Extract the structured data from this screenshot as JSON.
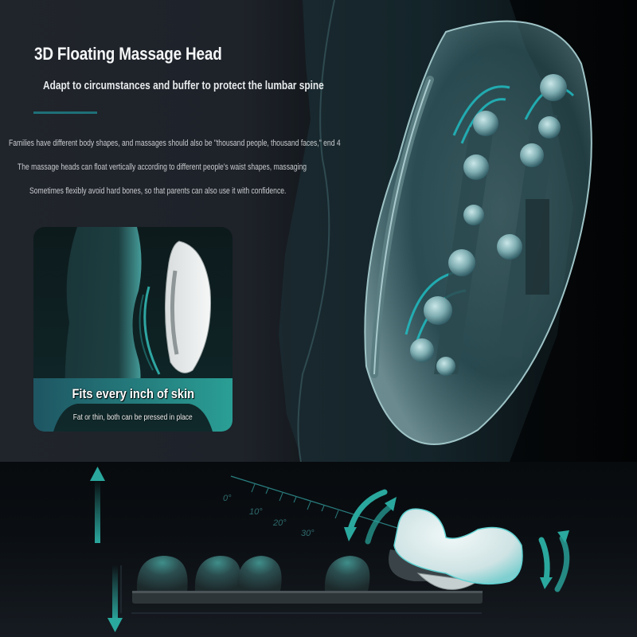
{
  "header": {
    "title": "3D Floating Massage Head",
    "subtitle": "Adapt to circumstances and buffer to protect the lumbar spine"
  },
  "description": {
    "lines": [
      "Families have different body shapes, and massages should also be \"thousand people, thousand faces,\" end 4",
      "The massage heads can float vertically according to different people's waist shapes, massaging",
      "Sometimes flexibly avoid hard bones, so that parents can also use it with confidence."
    ]
  },
  "feature_card": {
    "title": "Fits every inch of skin",
    "subtitle": "Fat or thin, both can be pressed in place"
  },
  "angle_ruler": {
    "ticks": [
      "0°",
      "10°",
      "20°",
      "30°"
    ]
  },
  "colors": {
    "accent": "#2aa89e",
    "accent_dark": "#1f6f78",
    "background": "#1e2229"
  }
}
